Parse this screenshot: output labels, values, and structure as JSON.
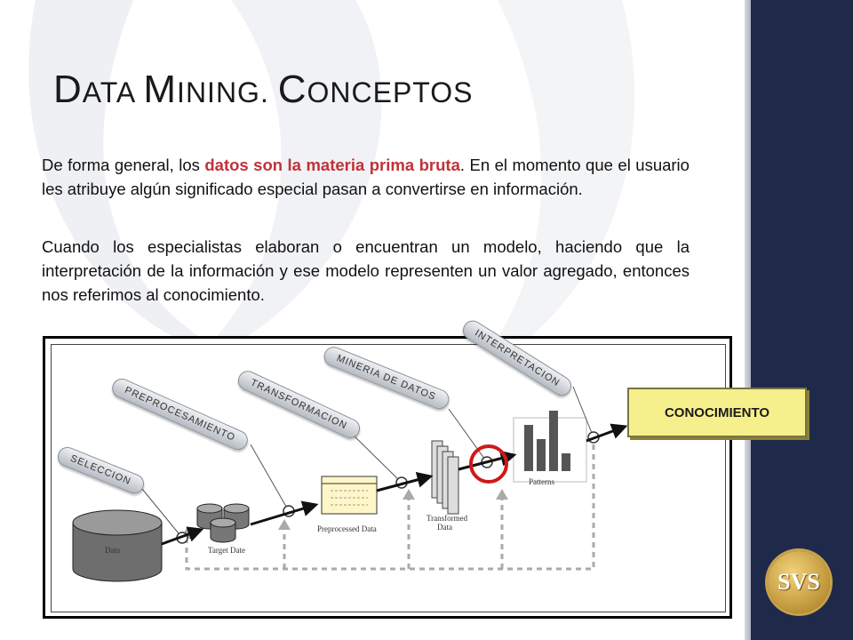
{
  "slide": {
    "title_parts": [
      {
        "cap": "D",
        "rest": "ATA "
      },
      {
        "cap": "M",
        "rest": "INING. "
      },
      {
        "cap": "C",
        "rest": "ONCEPTOS"
      }
    ],
    "paragraph1": {
      "before": "De forma general, los ",
      "highlight": "datos son la materia prima bruta",
      "after": ". En el momento que el usuario les atribuye algún significado especial pasan a convertirse en información."
    },
    "paragraph2": "Cuando los especialistas elaboran o encuentran un modelo, haciendo que la interpretación de la información y ese modelo representen un valor agregado, entonces nos referimos al conocimiento.",
    "colors": {
      "highlight": "#c0323a",
      "right_band": "#1f2a4a",
      "knowledge_box": "#f6f08c"
    }
  },
  "diagram": {
    "steps": [
      "SELECCION",
      "PREPROCESAMIENTO",
      "TRANSFORMACION",
      "MINERIA DE DATOS",
      "INTERPRETACION"
    ],
    "nodes": [
      "Data",
      "Target Date",
      "Preprocessed Data",
      "Transformed Data",
      "Patterns"
    ],
    "knowledge_label": "CONOCIMIENTO"
  },
  "logo": {
    "text": "SVS"
  }
}
